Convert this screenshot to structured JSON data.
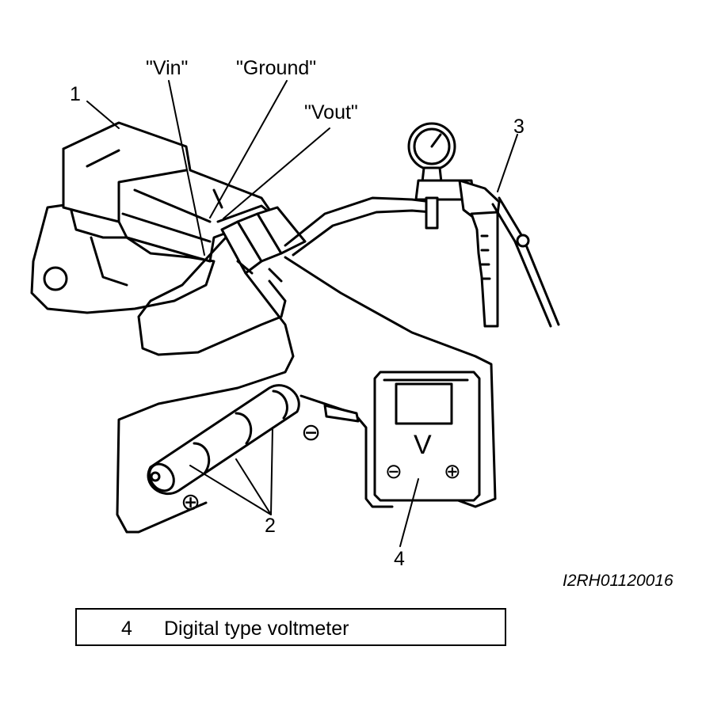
{
  "labels": {
    "vin": "\"Vin\"",
    "ground": "\"Ground\"",
    "vout": "\"Vout\"",
    "callout_1": "1",
    "callout_2": "2",
    "callout_3": "3",
    "callout_4": "4",
    "minus_symbol": "⊖",
    "plus_symbol": "⊕",
    "meter_unit": "V",
    "figure_code": "I2RH01120016"
  },
  "legend": {
    "number": "4",
    "text": "Digital type voltmeter"
  }
}
